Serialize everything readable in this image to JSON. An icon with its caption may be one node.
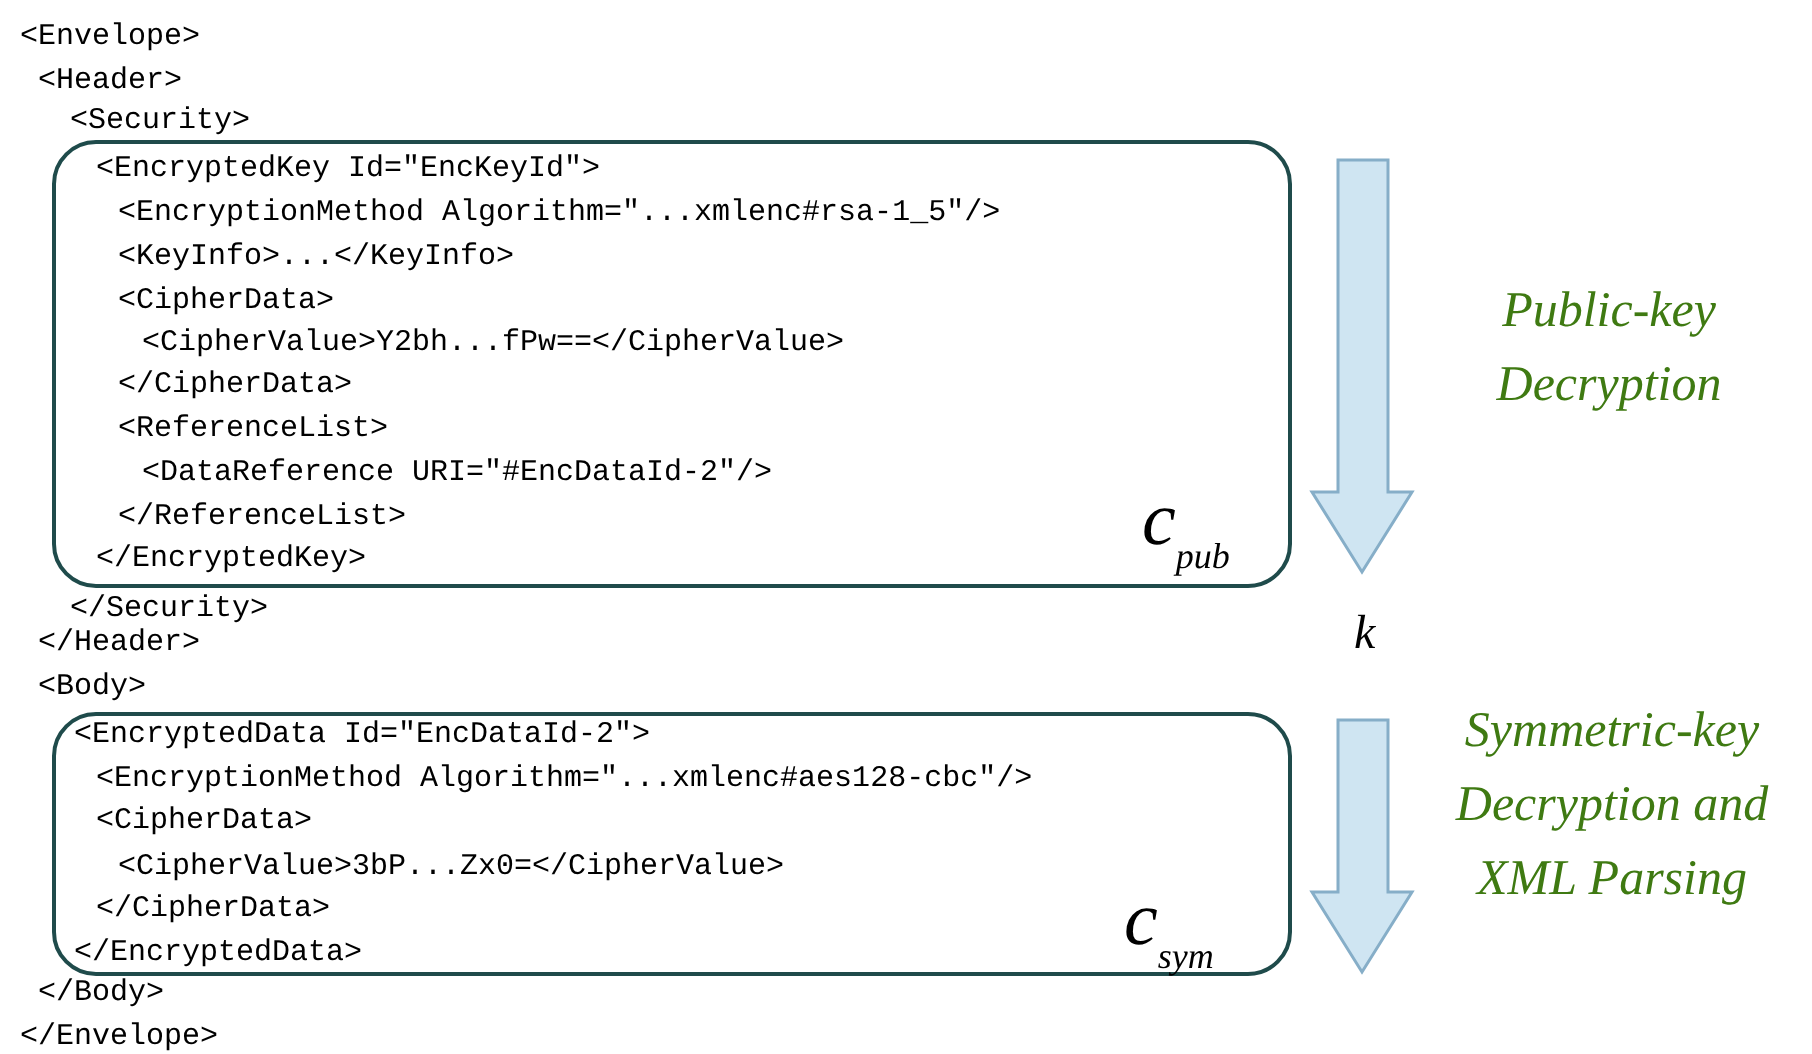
{
  "diagram": {
    "nodes": [
      {
        "text": [
          "<EncryptedKey Id=\"EncKeyId\">",
          "<EncryptionMethod Algorithm=\"...xmlenc#rsa-1_5\"/>",
          "<KeyInfo>...</KeyInfo>",
          "<CipherData>",
          "<CipherValue>Y2bh...fPw==</CipherValue>",
          "</CipherData>",
          "<ReferenceList>",
          "<DataReference URI=\"#EncDataId-2\"/>",
          "</ReferenceList>",
          "</EncryptedKey>",
          "c$_{pub}$"
        ]
      },
      {
        "text": [
          "<EncryptedData Id=\"EncDataId-2\">",
          "<EncryptionMethod Algorithm=\"...xmlenc#aes128-cbc\"/>",
          "<CipherData>",
          "<CipherValue>3bP...Zx0=</CipherValue>",
          "</CipherData>",
          "</EncryptedData>",
          "c$_{sym}$"
        ]
      }
    ],
    "labels": [
      "<Envelope>",
      "<Header>",
      "<Security>",
      "Public-key Decryption",
      "</Security>",
      "</Header>",
      "k",
      "<Body>",
      "Symmetric-key Decryption and XML Parsing",
      "</Body>",
      "</Envelope>"
    ]
  }
}
